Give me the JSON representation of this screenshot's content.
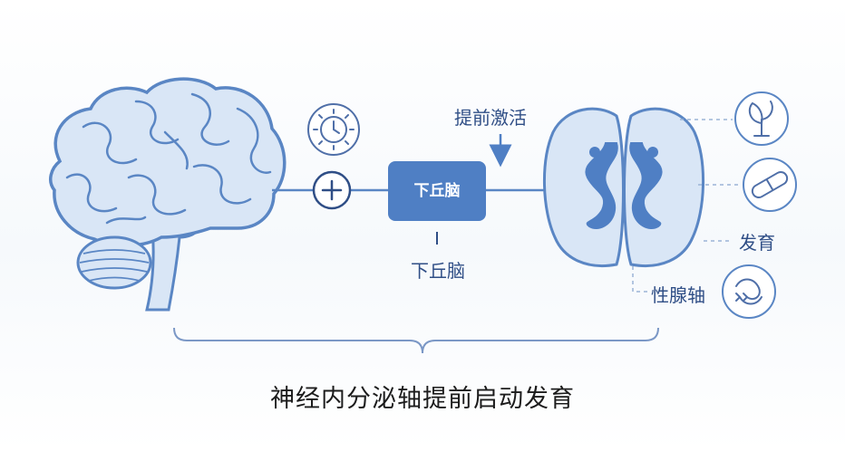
{
  "labels": {
    "hypothalamus_box": "下丘脑",
    "hypothalamus_below": "下丘脑",
    "early_activation": "提前激活",
    "development": "发育",
    "gonadal_axis": "性腺轴",
    "caption": "神经内分泌轴提前启动发育"
  },
  "icons": {
    "brain": "brain-illustration",
    "clock": "clock-sun-icon",
    "plus": "plus-icon",
    "box": "hypothalamus-box",
    "organ": "paired-gland-illustration",
    "growth": "plant-growth-icon",
    "pill": "capsule-icon",
    "loop": "loop-arrows-icon"
  },
  "colors": {
    "stroke": "#5a86c4",
    "fill": "#d9e6f6",
    "box": "#4f7fc4",
    "dark_fill": "#4f7fc4",
    "text": "#2f4e86"
  }
}
